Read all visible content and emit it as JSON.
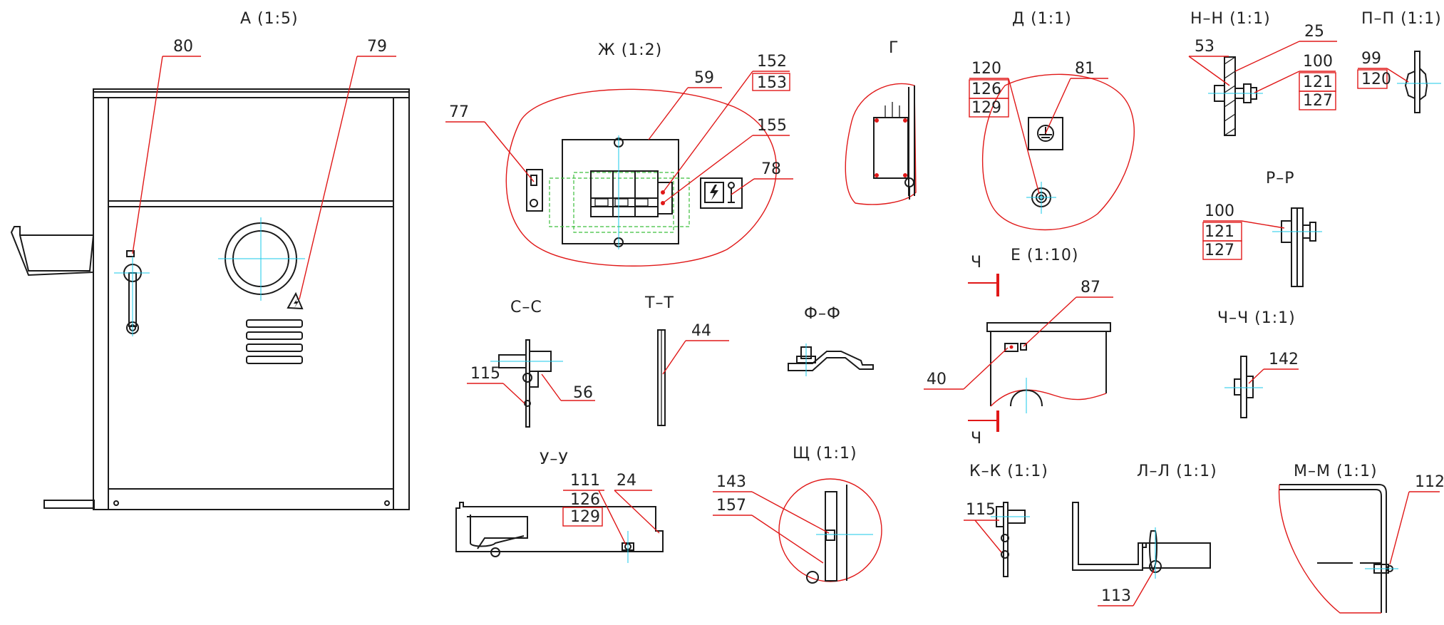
{
  "views": {
    "a": "А (1:5)",
    "zh": "Ж (1:2)",
    "g": "Г",
    "d": "Д (1:1)",
    "nn": "Н–Н (1:1)",
    "pp": "П–П (1:1)",
    "rr": "Р–Р",
    "e": "Е (1:10)",
    "chch": "Ч–Ч (1:1)",
    "ss": "С–С",
    "tt": "Т–Т",
    "ff": "Ф–Ф",
    "uu": "У–У",
    "shch": "Щ (1:1)",
    "kk": "К–К (1:1)",
    "ll": "Л–Л (1:1)",
    "mm": "М–М (1:1)",
    "ch_marker": "Ч"
  },
  "callouts": {
    "a_80": "80",
    "a_79": "79",
    "zh_77": "77",
    "zh_59": "59",
    "zh_152": "152",
    "zh_153": "153",
    "zh_155": "155",
    "zh_78": "78",
    "d_120": "120",
    "d_126": "126",
    "d_129": "129",
    "d_81": "81",
    "nn_53": "53",
    "nn_25": "25",
    "nn_100": "100",
    "nn_121": "121",
    "nn_127": "127",
    "pp_99": "99",
    "pp_120": "120",
    "rr_100": "100",
    "rr_121": "121",
    "rr_127": "127",
    "e_87": "87",
    "e_40": "40",
    "chch_142": "142",
    "ss_115": "115",
    "ss_56": "56",
    "tt_44": "44",
    "uu_111": "111",
    "uu_126": "126",
    "uu_129": "129",
    "uu_24": "24",
    "shch_143": "143",
    "shch_157": "157",
    "kk_115": "115",
    "ll_113": "113",
    "mm_112": "112"
  },
  "colors": {
    "outline": "#1a1a1a",
    "leader": "#e01818",
    "centerline": "#18c8e8",
    "hidden": "#3cbf3c"
  }
}
